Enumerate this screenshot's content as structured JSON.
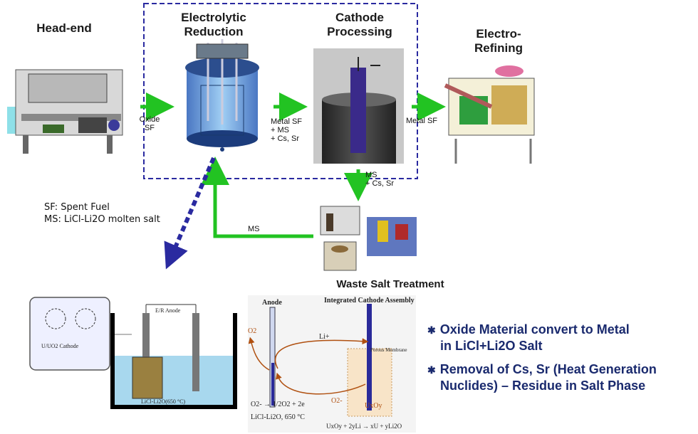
{
  "stages": {
    "head_end": "Head-end",
    "electrolytic_reduction": [
      "Electrolytic",
      "Reduction"
    ],
    "cathode_processing": [
      "Cathode",
      "Processing"
    ],
    "electro_refining": [
      "Electro-",
      "Refining"
    ],
    "waste_salt_treatment": "Waste Salt Treatment"
  },
  "flows": {
    "oxide_sf": [
      "Oxide",
      "SF"
    ],
    "metal_ms": [
      "Metal SF",
      "+ MS",
      "+ Cs, Sr"
    ],
    "metal_sf": "Metal SF",
    "ms_cs_sr": [
      "MS",
      "+ Cs, Sr"
    ],
    "ms_return": "MS"
  },
  "legend": {
    "sf": "SF: Spent Fuel",
    "ms": "MS: LiCl-Li2O molten salt"
  },
  "reactor_schematic": {
    "bath_label": "LiCl-Li2O(650 °C)",
    "top_box": "E/R Anode",
    "left_box_caption": "U/UO2 Cathode"
  },
  "cathode_schematic": {
    "anode": "Anode",
    "assembly": "Integrated Cathode Assembly",
    "o2": "O2",
    "li_plus": "Li+",
    "o2_minus": "O2-",
    "membrane": "Porous Membrane",
    "uxoy": "UxOy",
    "anode_reaction": "O2- → 1/2O2 + 2e",
    "salt": "LiCl-Li2O, 650 °C",
    "cathode_reaction": "UxOy + 2yLi → xU + yLi2O"
  },
  "notes": [
    {
      "line1": "Oxide Material convert to Metal",
      "line2": "in LiCl+Li2O Salt"
    },
    {
      "line1": "Removal of Cs, Sr (Heat Generation",
      "line2": "Nuclides) – Residue in Salt Phase"
    }
  ],
  "colors": {
    "flow_arrow": "#22c322",
    "dashed_box": "#2a2aa0",
    "note_text": "#1a2a6e",
    "electrolyte": "#a8d8ee"
  }
}
